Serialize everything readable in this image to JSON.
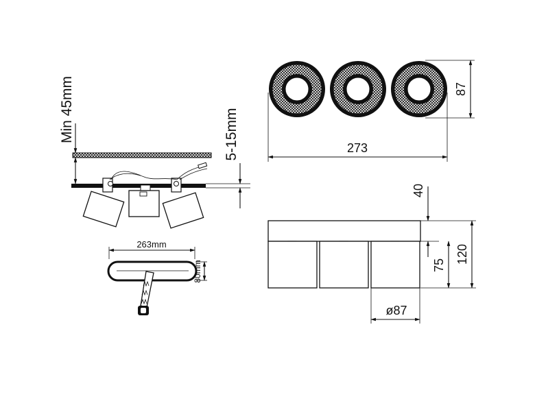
{
  "dimensions": {
    "min_clearance": "Min 45mm",
    "ceiling_thickness": "5-15mm",
    "length_top": "273",
    "depth_top": "87",
    "height_40": "40",
    "height_75": "75",
    "height_120": "120",
    "diameter": "ø87",
    "cutout_length": "263mm",
    "cutout_width": "80mm"
  }
}
